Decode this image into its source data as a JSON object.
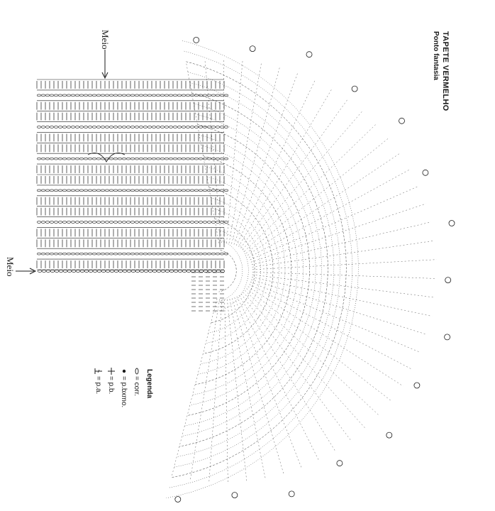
{
  "title": "TAPETE VERMELHO",
  "subtitle": "Ponto fantasia",
  "center_label_top": "Meio",
  "center_label_left": "Meio",
  "legend": {
    "title": "Legenda",
    "items": [
      {
        "symbol": "chain-oval-icon",
        "label": "= corr."
      },
      {
        "symbol": "dot-icon",
        "label": "= p.bxmo."
      },
      {
        "symbol": "cross-icon",
        "label": "= p.b."
      },
      {
        "symbol": "double-crochet-icon",
        "label": "= p.a."
      }
    ]
  },
  "colors": {
    "ink": "#1a1a1a",
    "background": "#ffffff"
  }
}
